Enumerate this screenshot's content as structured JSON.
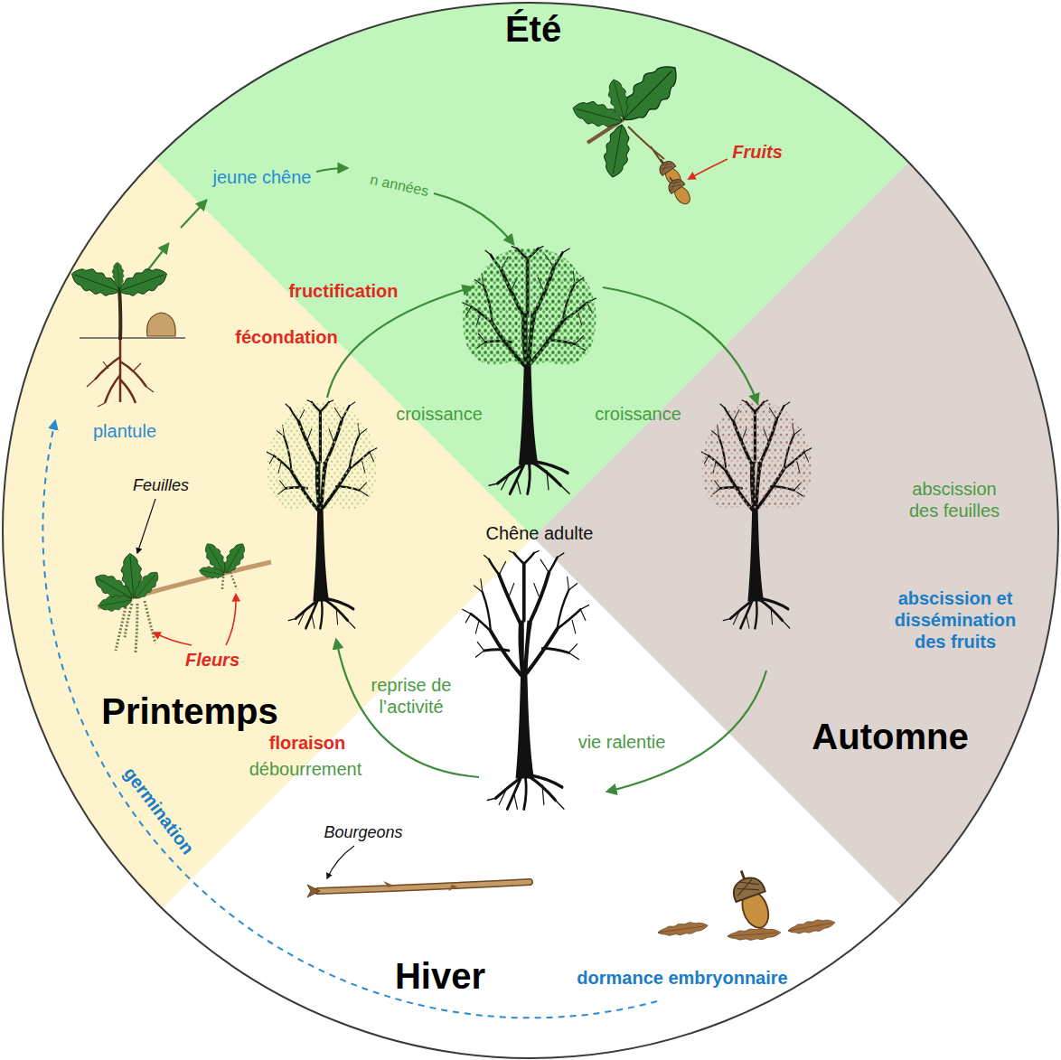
{
  "diagram": {
    "nodes": [
      {
        "text": [
          "Été"
        ]
      },
      {
        "text": [
          "Printemps"
        ]
      },
      {
        "text": [
          "Automne"
        ]
      },
      {
        "text": [
          "Hiver"
        ]
      }
    ],
    "labels": [
      "Fruits",
      "jeune chêne",
      "n années",
      "fructification",
      "fécondation",
      "croissance",
      "croissance",
      "plantule",
      "Feuilles",
      "abscission des feuilles",
      "Chêne adulte",
      "abscission et dissémination des fruits",
      "Fleurs",
      "reprise de l’activité",
      "vie ralentie",
      "floraison",
      "débourrement",
      "germination",
      "Bourgeons",
      "dormance embryonnaire"
    ]
  }
}
